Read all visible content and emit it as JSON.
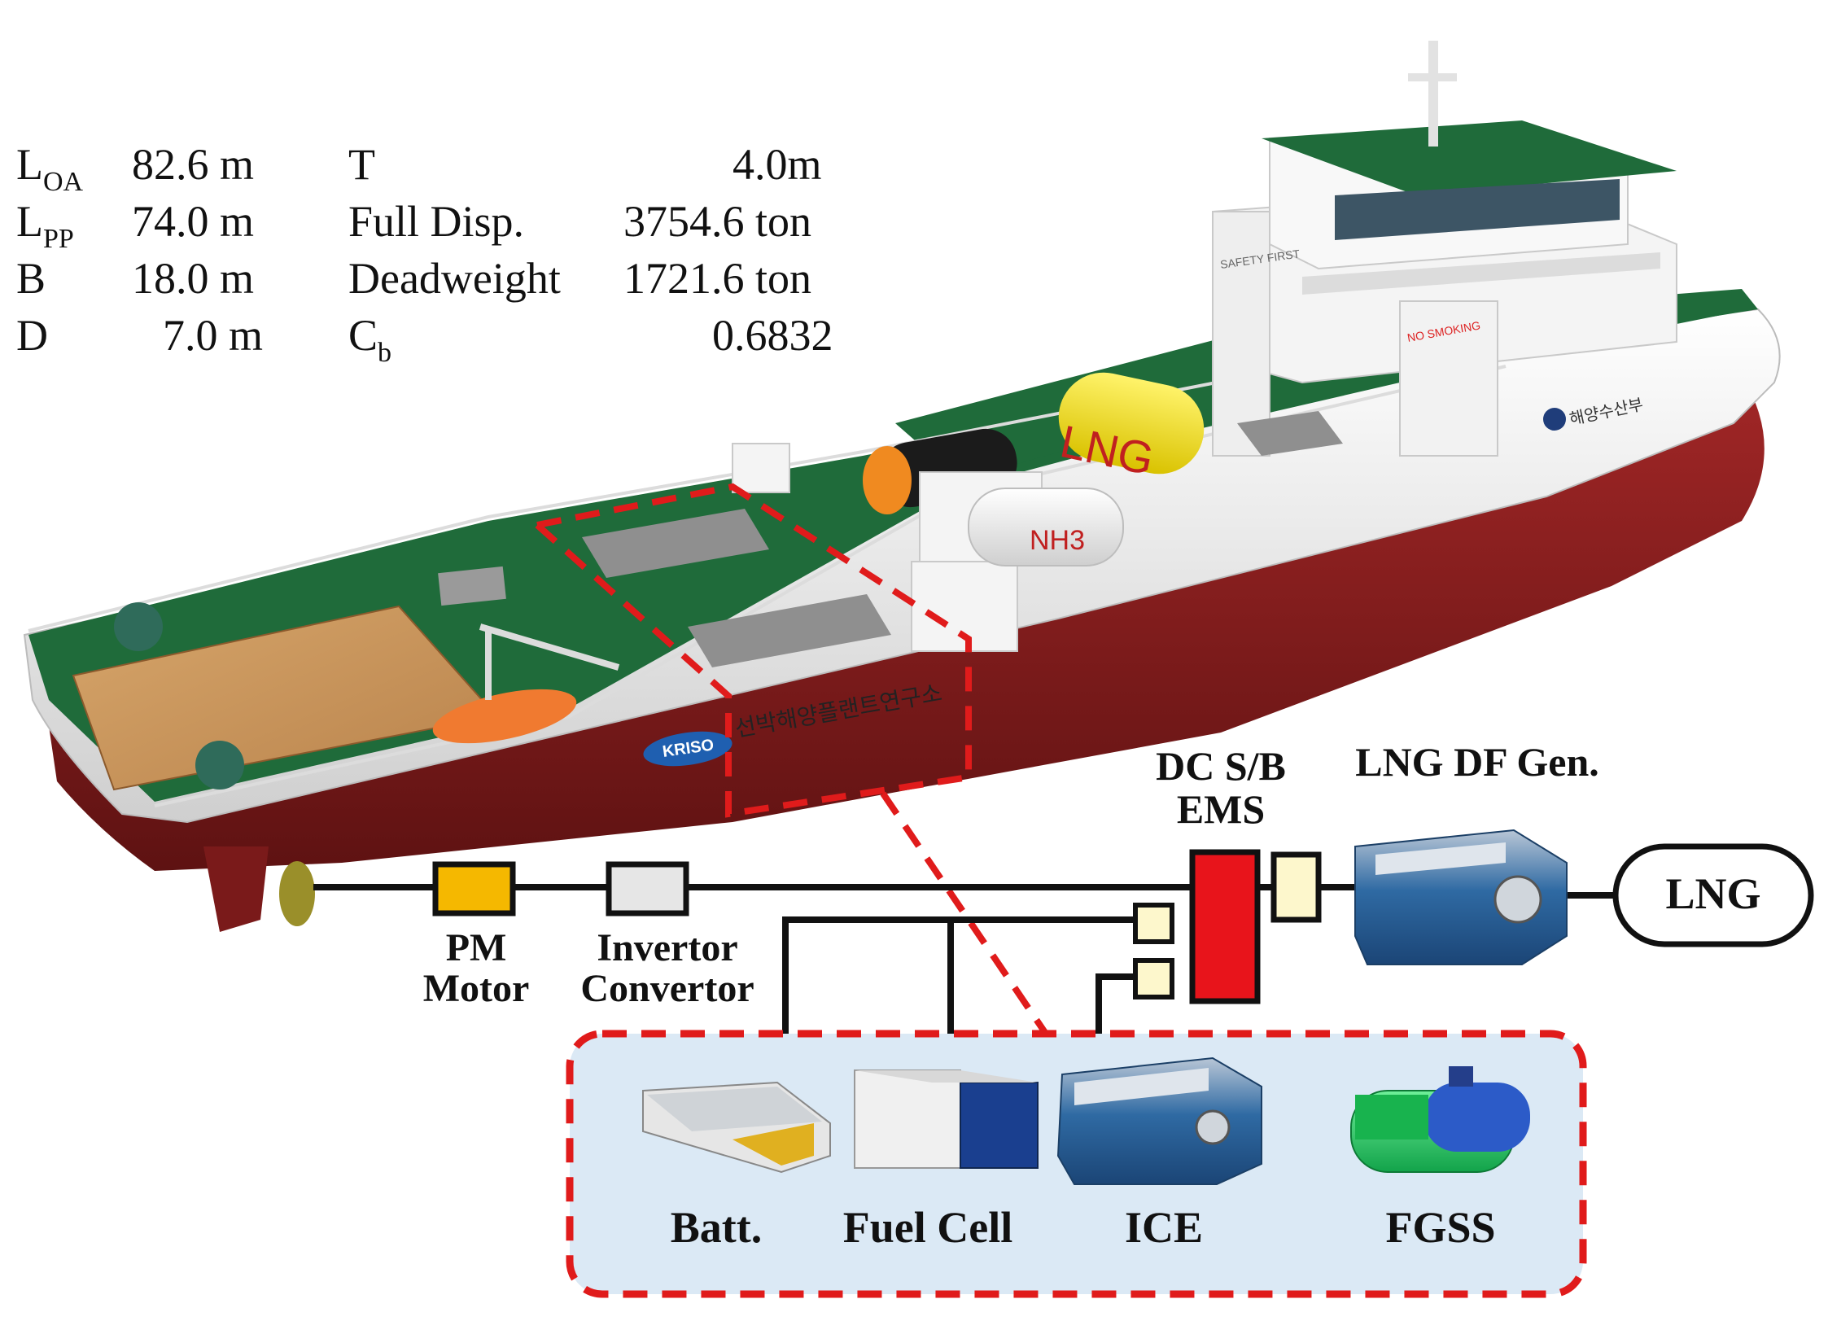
{
  "specs": {
    "loa": {
      "sym": "L",
      "sub": "OA",
      "val": "82.6 m"
    },
    "lpp": {
      "sym": "L",
      "sub": "PP",
      "val": "74.0 m"
    },
    "b": {
      "sym": "B",
      "val": "18.0 m"
    },
    "d": {
      "sym": "D",
      "val": "7.0 m"
    },
    "t": {
      "sym": "T",
      "val": "4.0m"
    },
    "disp": {
      "sym": "Full Disp.",
      "val": "3754.6 ton"
    },
    "dwt": {
      "sym": "Deadweight",
      "val": "1721.6 ton"
    },
    "cb": {
      "sym": "C",
      "sub": "b",
      "val": "0.6832"
    }
  },
  "ship": {
    "tank_lng": "LNG",
    "tank_nh3": "NH3",
    "hull_korean": "선박해양플랜트연구소",
    "logo": "KRISO",
    "ministry": "해양수산부",
    "safety": "SAFETY FIRST",
    "nosmoking": "NO SMOKING"
  },
  "system": {
    "pm_motor": "PM\nMotor",
    "invertor": "Invertor\nConvertor",
    "dcsb": "DC S/B\nEMS",
    "lng_gen": "LNG DF Gen.",
    "lng_fuel": "LNG",
    "batt": "Batt.",
    "fuel_cell": "Fuel Cell",
    "ice": "ICE",
    "fgss": "FGSS"
  },
  "colors": {
    "deck_green": "#1f6b3a",
    "hull_white": "#f2f2f2",
    "hull_red": "#8a1f1f",
    "dash_red": "#e01b1b",
    "pm_motor": "#f5b800",
    "converter": "#e6e6e6",
    "dcsb": "#e8141b",
    "small_box": "#fdf7cc",
    "panel_bg": "#dbe9f5",
    "engine_blue": "#2f6aa3",
    "fgss_green": "#20c25a"
  }
}
